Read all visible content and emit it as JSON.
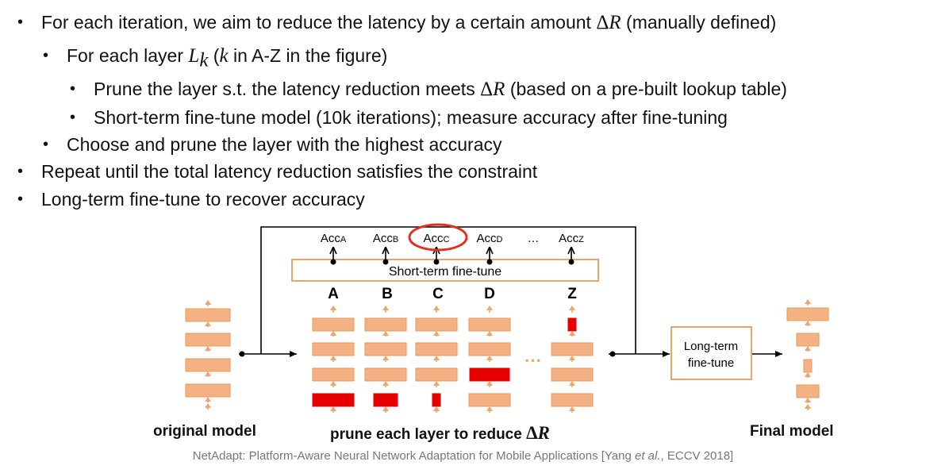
{
  "bullets": {
    "b1": {
      "pre": "For each iteration, we aim to reduce the latency by a certain amount ",
      "delta": "Δ",
      "R": "R",
      "post": " (manually defined)"
    },
    "b2": {
      "pre": "For each layer ",
      "L": "L",
      "k_sub": "k",
      "mid": " (",
      "k": "k",
      "post": " in A-Z in the figure)"
    },
    "b3": {
      "pre": "Prune the layer s.t. the latency reduction meets ",
      "delta": "Δ",
      "R": "R",
      "post": " (based on a pre-built lookup table)"
    },
    "b4": {
      "text": "Short-term fine-tune model (10k iterations); measure accuracy after fine-tuning"
    },
    "b5": {
      "text": "Choose and prune the layer with the highest accuracy"
    },
    "b6": {
      "text": "Repeat until the total latency reduction satisfies the constraint"
    },
    "b7": {
      "text": "Long-term fine-tune to recover accuracy"
    }
  },
  "diagram": {
    "acc_labels": [
      {
        "base": "Acc",
        "sub": "A"
      },
      {
        "base": "Acc",
        "sub": "B"
      },
      {
        "base": "Acc",
        "sub": "C"
      },
      {
        "base": "Acc",
        "sub": "D"
      },
      {
        "base": "…",
        "sub": ""
      },
      {
        "base": "Acc",
        "sub": "Z"
      }
    ],
    "short_term_label": "Short-term fine-tune",
    "layer_letters": [
      "A",
      "B",
      "C",
      "D",
      "Z"
    ],
    "ellipsis": "···",
    "long_term_label_1": "Long-term",
    "long_term_label_2": "fine-tune",
    "original_model_label": "original model",
    "prune_label_pre": "prune each layer to reduce ",
    "prune_label_delta": "Δ",
    "prune_label_R": "R",
    "final_model_label": "Final model",
    "colors": {
      "block": "#f4b183",
      "block_border": "#e59a5c",
      "pruned": "#e60000",
      "arrow": "#f0a36a",
      "highlight": "#e0301e",
      "line": "#000000"
    }
  },
  "caption": {
    "pre": "NetAdapt: Platform-Aware Neural Network Adaptation for Mobile Applications [Yang ",
    "etal": "et al.",
    "post": ", ECCV 2018]"
  }
}
